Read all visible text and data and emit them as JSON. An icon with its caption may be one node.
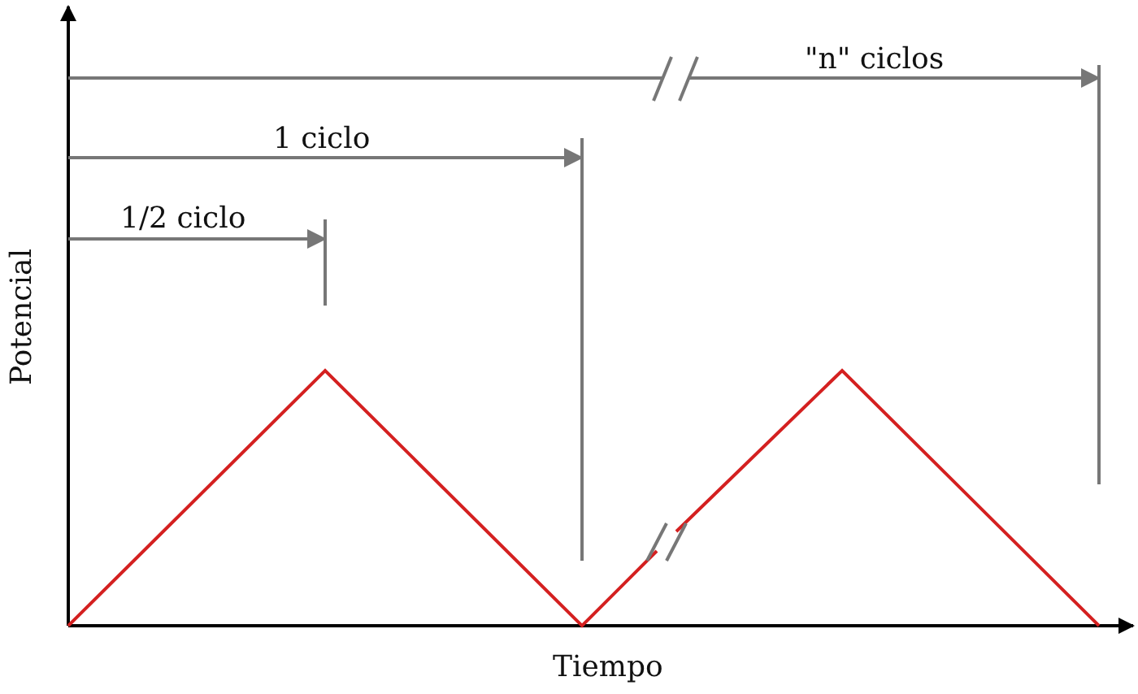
{
  "diagram": {
    "labels": [
      "\"n\" ciclos",
      "1 ciclo",
      "1/2 ciclo",
      "Potencial",
      "Tiempo"
    ]
  }
}
